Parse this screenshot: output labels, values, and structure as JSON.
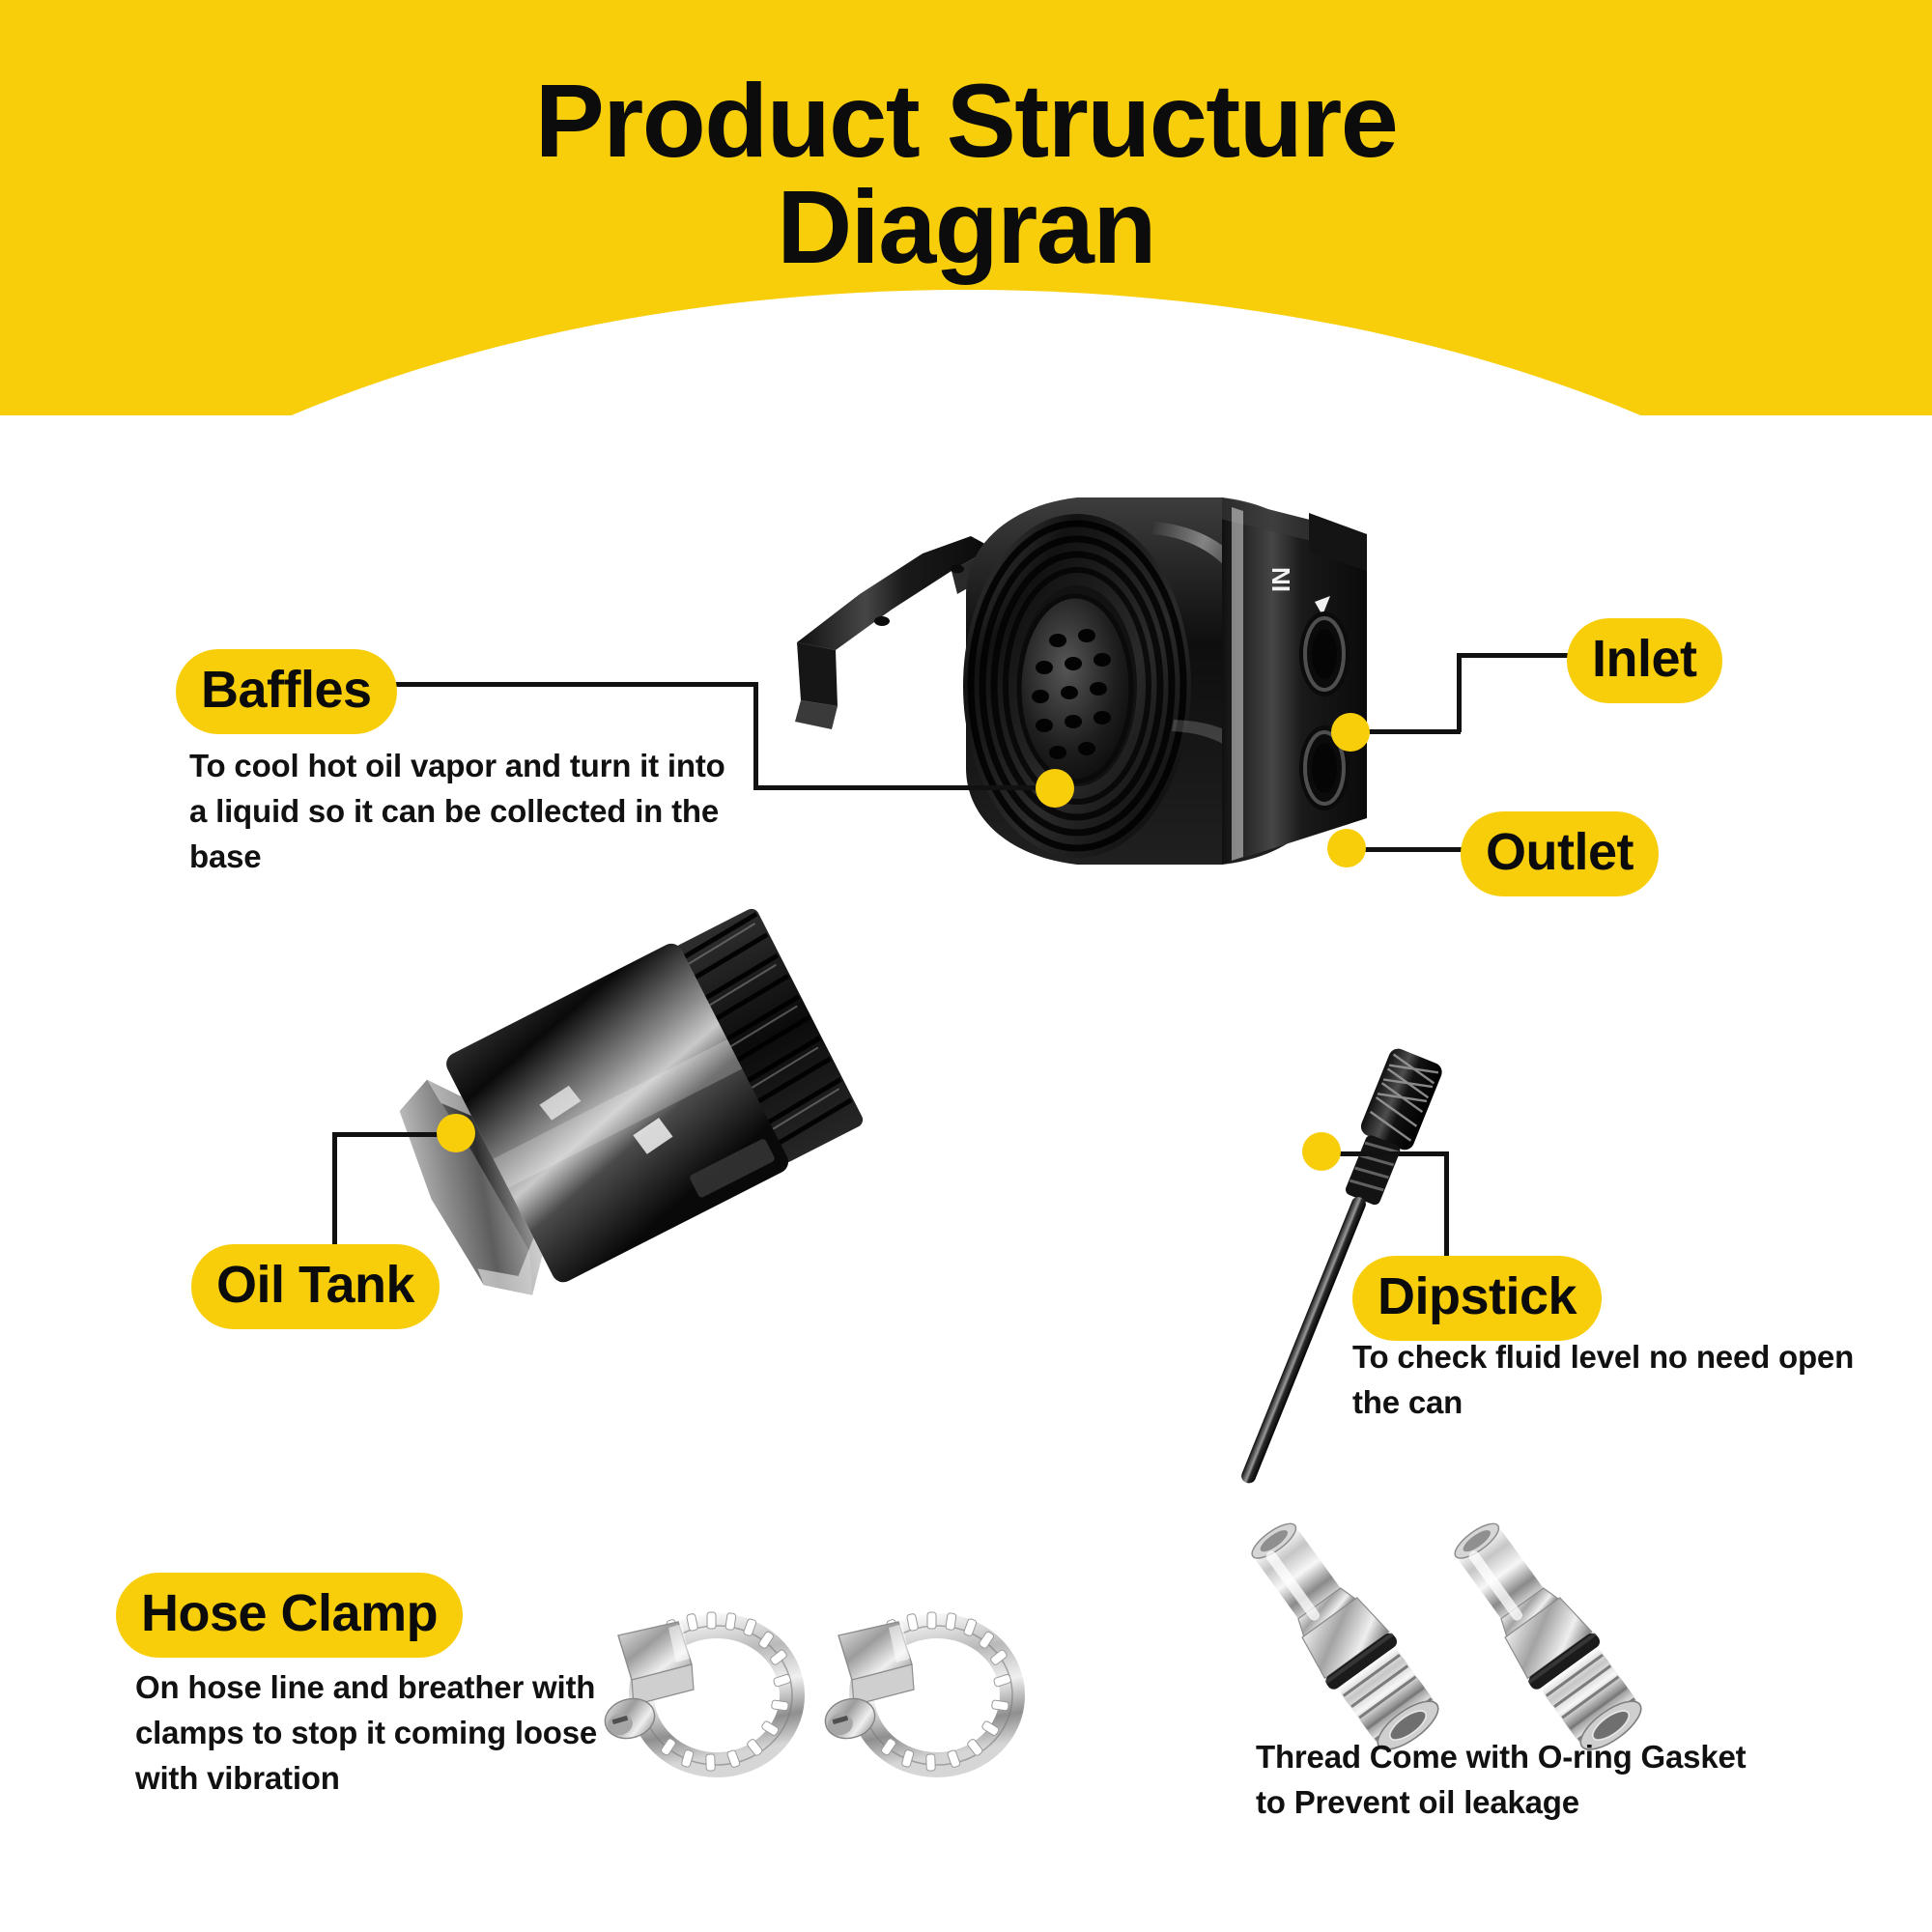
{
  "theme": {
    "brand_yellow": "#F8CE0B",
    "text_black": "#111111",
    "background": "#FFFFFF"
  },
  "header": {
    "title_line1": "Product Structure",
    "title_line2": "Diagran"
  },
  "callouts": [
    {
      "id": "baffles",
      "label": "Baffles",
      "description": "To cool hot oil vapor and turn it into a liquid so it can be collected in the base"
    },
    {
      "id": "inlet",
      "label": "Inlet",
      "description": ""
    },
    {
      "id": "outlet",
      "label": "Outlet",
      "description": ""
    },
    {
      "id": "oil-tank",
      "label": "Oil Tank",
      "description": ""
    },
    {
      "id": "dipstick",
      "label": "Dipstick",
      "description": "To check fluid level no need open the can"
    },
    {
      "id": "hose-clamp",
      "label": "Hose Clamp",
      "description": "On hose line and breather with clamps to stop it coming loose with vibration"
    }
  ],
  "notes": {
    "thread_note_line1": "Thread Come with O-ring Gasket",
    "thread_note_line2": "to Prevent oil leakage"
  },
  "product_markings": {
    "inlet_engraving": "IN"
  },
  "parts": {
    "catch_can_head": "black-catch-can-head",
    "oil_tank": "black-anodized-oil-tank-cylinder",
    "dipstick": "black-knurled-dipstick",
    "hose_clamps_count": 2,
    "thread_fittings_count": 2
  }
}
